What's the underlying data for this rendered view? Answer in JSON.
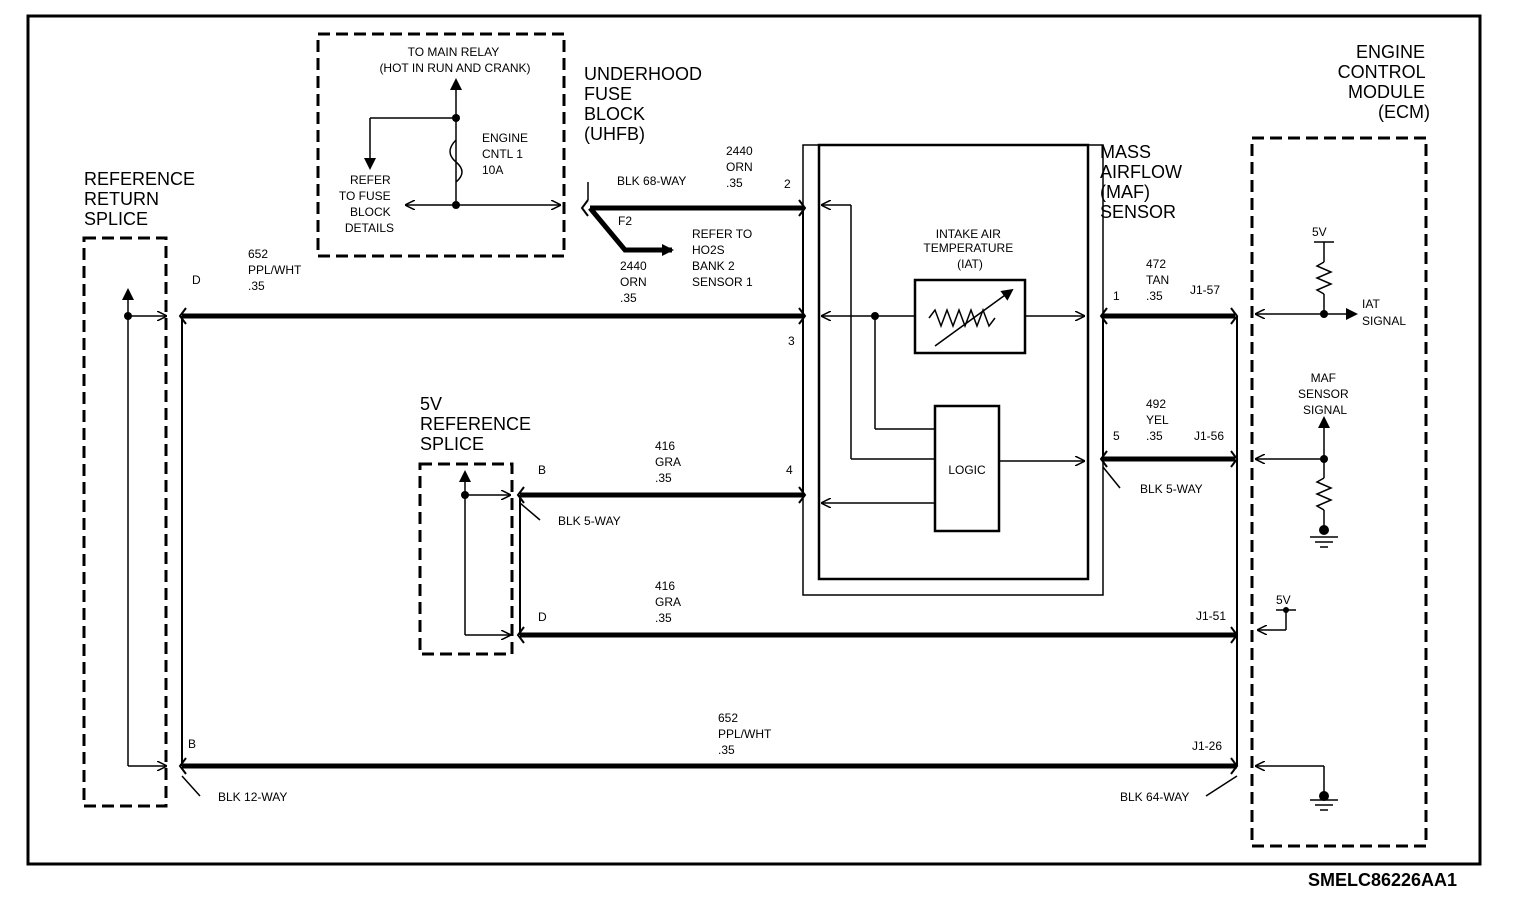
{
  "diagram": {
    "figure_id": "SMELC86226AA1",
    "ref_return_splice": [
      "REFERENCE",
      "RETURN",
      "SPLICE"
    ],
    "ref5v_splice": [
      "5V",
      "REFERENCE",
      "SPLICE"
    ],
    "uhfb": [
      "UNDERHOOD",
      "FUSE",
      "BLOCK",
      "(UHFB)"
    ],
    "maf": [
      "MASS",
      "AIRFLOW",
      "(MAF)",
      "SENSOR"
    ],
    "ecm": [
      "ENGINE",
      "CONTROL",
      "MODULE",
      "(ECM)"
    ],
    "fuse": {
      "to_main_relay": [
        "TO MAIN RELAY",
        "(HOT IN RUN AND CRANK)"
      ],
      "refer_fuse": [
        "REFER",
        "TO FUSE",
        "BLOCK",
        "DETAILS"
      ],
      "fuse_name": [
        "ENGINE",
        "CNTL 1",
        "10A"
      ]
    },
    "connectors": {
      "blk68": "BLK 68-WAY",
      "blk5_left": "BLK 5-WAY",
      "blk5_right": "BLK 5-WAY",
      "blk12": "BLK 12-WAY",
      "blk64": "BLK 64-WAY",
      "f2": "F2"
    },
    "hos": [
      "REFER TO",
      "HO2S",
      "BANK 2",
      "SENSOR 1"
    ],
    "iat": [
      "INTAKE AIR",
      "TEMPERATURE",
      "(IAT)"
    ],
    "logic": "LOGIC",
    "wires": {
      "w2440_top": [
        "2440",
        "ORN",
        ".35"
      ],
      "w2440_branch": [
        "2440",
        "ORN",
        ".35"
      ],
      "w652_top": [
        "652",
        "PPL/WHT",
        ".35"
      ],
      "w416_a": [
        "416",
        "GRA",
        ".35"
      ],
      "w416_b": [
        "416",
        "GRA",
        ".35"
      ],
      "w652_bottom": [
        "652",
        "PPL/WHT",
        ".35"
      ],
      "w472": [
        "472",
        "TAN",
        ".35"
      ],
      "w492": [
        "492",
        "YEL",
        ".35"
      ]
    },
    "pins": {
      "D_top": "D",
      "B_bottom": "B",
      "B_5v": "B",
      "D_5v": "D",
      "p2": "2",
      "p3": "3",
      "p4": "4",
      "p1": "1",
      "p5": "5",
      "j157": "J1-57",
      "j156": "J1-56",
      "j151": "J1-51",
      "j126": "J1-26"
    },
    "ecm_labels": {
      "v5_top": "5V",
      "iat_signal": [
        "IAT",
        "SIGNAL"
      ],
      "maf_signal": [
        "MAF",
        "SENSOR",
        "SIGNAL"
      ],
      "v5_bottom": "5V"
    }
  }
}
